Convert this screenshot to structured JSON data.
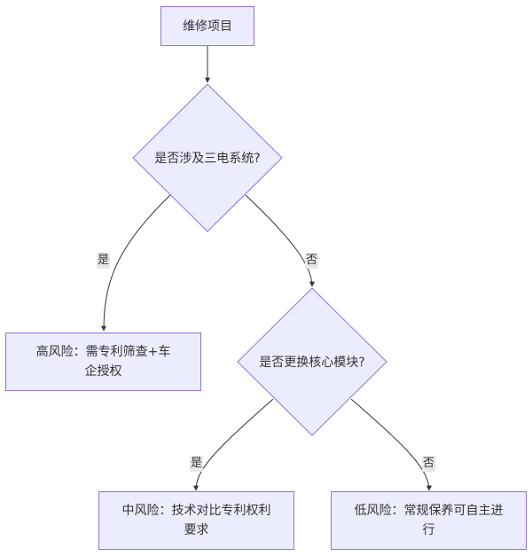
{
  "diagram": {
    "type": "flowchart",
    "colors": {
      "node_fill": "#ECECFF",
      "node_stroke": "#9370DB",
      "edge": "#333333",
      "label_bg": "#e8e8e8"
    },
    "nodes": {
      "start": "维修项目",
      "q1": "是否涉及三电系统?",
      "high": "高风险：需专利筛查+车企授权",
      "q2": "是否更换核心模块?",
      "mid": "中风险：技术对比专利权利要求",
      "low": "低风险：常规保养可自主进行"
    },
    "edges": [
      {
        "from": "start",
        "to": "q1",
        "label": ""
      },
      {
        "from": "q1",
        "to": "high",
        "label": "是"
      },
      {
        "from": "q1",
        "to": "q2",
        "label": "否"
      },
      {
        "from": "q2",
        "to": "mid",
        "label": "是"
      },
      {
        "from": "q2",
        "to": "low",
        "label": "否"
      }
    ]
  }
}
